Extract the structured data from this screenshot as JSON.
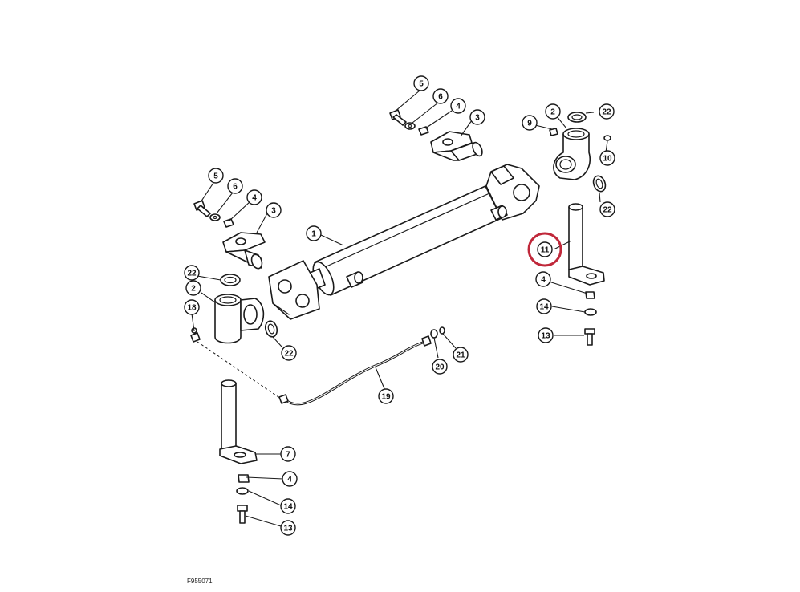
{
  "diagram": {
    "figure_id": "F955071",
    "highlight_color": "#c0283a",
    "line_color": "#1a1a1a",
    "callouts": [
      {
        "id": "c1",
        "label": "1"
      },
      {
        "id": "c2a",
        "label": "2"
      },
      {
        "id": "c2b",
        "label": "2"
      },
      {
        "id": "c3a",
        "label": "3"
      },
      {
        "id": "c3b",
        "label": "3"
      },
      {
        "id": "c4a",
        "label": "4"
      },
      {
        "id": "c4b",
        "label": "4"
      },
      {
        "id": "c4c",
        "label": "4"
      },
      {
        "id": "c4d",
        "label": "4"
      },
      {
        "id": "c5a",
        "label": "5"
      },
      {
        "id": "c5b",
        "label": "5"
      },
      {
        "id": "c6a",
        "label": "6"
      },
      {
        "id": "c6b",
        "label": "6"
      },
      {
        "id": "c7",
        "label": "7"
      },
      {
        "id": "c9",
        "label": "9"
      },
      {
        "id": "c10",
        "label": "10"
      },
      {
        "id": "c11",
        "label": "11",
        "highlighted": true
      },
      {
        "id": "c13a",
        "label": "13"
      },
      {
        "id": "c13b",
        "label": "13"
      },
      {
        "id": "c14a",
        "label": "14"
      },
      {
        "id": "c14b",
        "label": "14"
      },
      {
        "id": "c18",
        "label": "18"
      },
      {
        "id": "c19",
        "label": "19"
      },
      {
        "id": "c20",
        "label": "20"
      },
      {
        "id": "c21",
        "label": "21"
      },
      {
        "id": "c22a",
        "label": "22"
      },
      {
        "id": "c22b",
        "label": "22"
      },
      {
        "id": "c22c",
        "label": "22"
      },
      {
        "id": "c22d",
        "label": "22"
      }
    ]
  }
}
